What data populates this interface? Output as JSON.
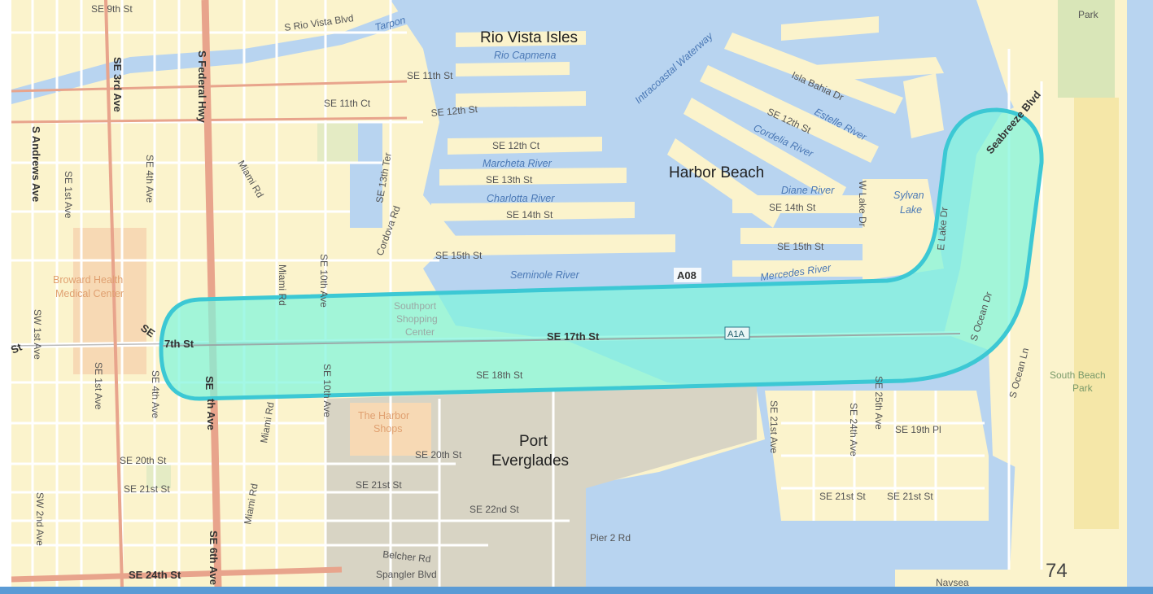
{
  "places": {
    "rio_vista_isles": "Rio Vista Isles",
    "harbor_beach": "Harbor Beach",
    "port": "Port",
    "everglades": "Everglades",
    "sylvan": "Sylvan",
    "lake": "Lake"
  },
  "water": {
    "rio_capmena": "Rio Capmena",
    "intracoastal": "Intracoastal Waterway",
    "marcheta": "Marcheta River",
    "charlotta": "Charlotta River",
    "seminole": "Seminole River",
    "mercedes": "Mercedes River",
    "cordelia": "Cordelia River",
    "estelle": "Estelle River",
    "diane": "Diane River",
    "tarpon": "Tarpon"
  },
  "pois": {
    "broward_1": "Broward Health",
    "broward_2": "Medical Center",
    "southport_1": "Southport",
    "southport_2": "Shopping",
    "southport_3": "Center",
    "harbor_shops_1": "The Harbor",
    "harbor_shops_2": "Shops",
    "south_beach_1": "South Beach",
    "south_beach_2": "Park",
    "park_top": "Park",
    "navsea": "Navsea"
  },
  "streets": {
    "se9th": "SE 9th St",
    "rio_vista_blvd": "S Rio Vista Blvd",
    "se11th": "SE 11th St",
    "se11th_ct": "SE 11th Ct",
    "se12th": "SE 12th St",
    "se12th_ct": "SE 12th Ct",
    "se13th": "SE 13th St",
    "se14th": "SE 14th St",
    "se15th": "SE 15th St",
    "se17th": "SE 17th St",
    "seventh_left": "7th St",
    "se18th": "SE 18th St",
    "se20th": "SE 20th St",
    "se21st": "SE 21st St",
    "se22nd": "SE 22nd St",
    "se24th": "SE 24th St",
    "belcher": "Belcher Rd",
    "spangler": "Spangler Blvd",
    "pier2": "Pier 2 Rd",
    "se19th_pl": "SE 19th Pl",
    "se12th_east": "SE 12th St",
    "isla_bahia": "Isla Bahia Dr",
    "se14th_east": "SE 14th St",
    "se15th_east": "SE 15th St",
    "w_lake_dr": "W Lake Dr",
    "e_lake_dr": "E Lake Dr",
    "ocean_dr": "S Ocean Dr",
    "ocean_ln": "S Ocean Ln",
    "seabreeze": "Seabreeze Blvd",
    "se25th_ave": "SE 25th Ave",
    "se24th_ave": "SE 24th Ave",
    "se21st_ave": "SE 21st Ave",
    "s_federal": "S Federal Hwy",
    "se6th_ave": "SE 6th Ave",
    "se3rd_ave": "SE 3rd Ave",
    "s_andrews": "S Andrews Ave",
    "se1st_ave": "SE 1st Ave",
    "se4th_ave": "SE 4th Ave",
    "sw1st_ave": "SW 1st Ave",
    "sw2nd_ave": "SW 2nd Ave",
    "miami_rd": "Miami Rd",
    "se10th_ave": "SE 10th Ave",
    "se13th_ter": "SE 13th Ter",
    "cordova": "Cordova Rd",
    "se_left": "SE",
    "st_left": "St",
    "se_fed_lower": "SE",
    "th_ave_lower": "th Ave"
  },
  "shields": {
    "a08": "A08",
    "a1a": "A1A"
  },
  "colors": {
    "land": "#fbf3cc",
    "water": "#b8d4f0",
    "highlight_fill": "#7ff5dc",
    "highlight_stroke": "#3cc8d4",
    "major_road": "#e8a48c",
    "port_gray": "#d8d4c4"
  },
  "page_number": "74"
}
